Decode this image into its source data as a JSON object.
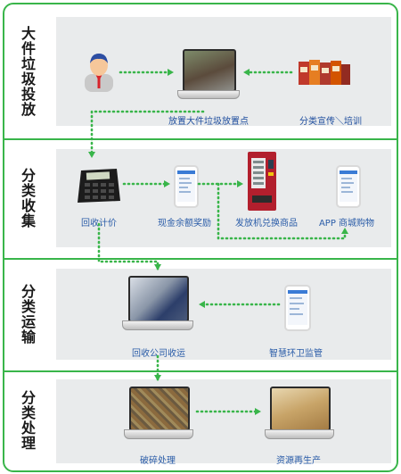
{
  "colors": {
    "accent_green": "#39b54a",
    "label_blue": "#2a5ca8",
    "panel_gray": "#e9ebec"
  },
  "stages": {
    "s1": "大件垃圾投放",
    "s2": "分类收集",
    "s3": "分类运输",
    "s4": "分类处理"
  },
  "nodes": {
    "bulky_dropoff": "放置大件垃圾放置点",
    "promotion_training": "分类宣传＼培训",
    "recycle_pricing": "回收计价",
    "cash_reward": "现金余额奖励",
    "vending_exchange": "发放机兑换商品",
    "app_mall": "APP 商城购物",
    "recycle_transport": "回收公司收运",
    "smart_sanitation": "智慧环卫监管",
    "crushing": "破碎处理",
    "recycling": "资源再生产"
  },
  "icons": {
    "user": "user-avatar-icon",
    "calculator": "calculator-icon",
    "vending": "vending-machine-icon",
    "phone": "smartphone-icon",
    "laptop": "laptop-icon",
    "books": "books-icon"
  }
}
